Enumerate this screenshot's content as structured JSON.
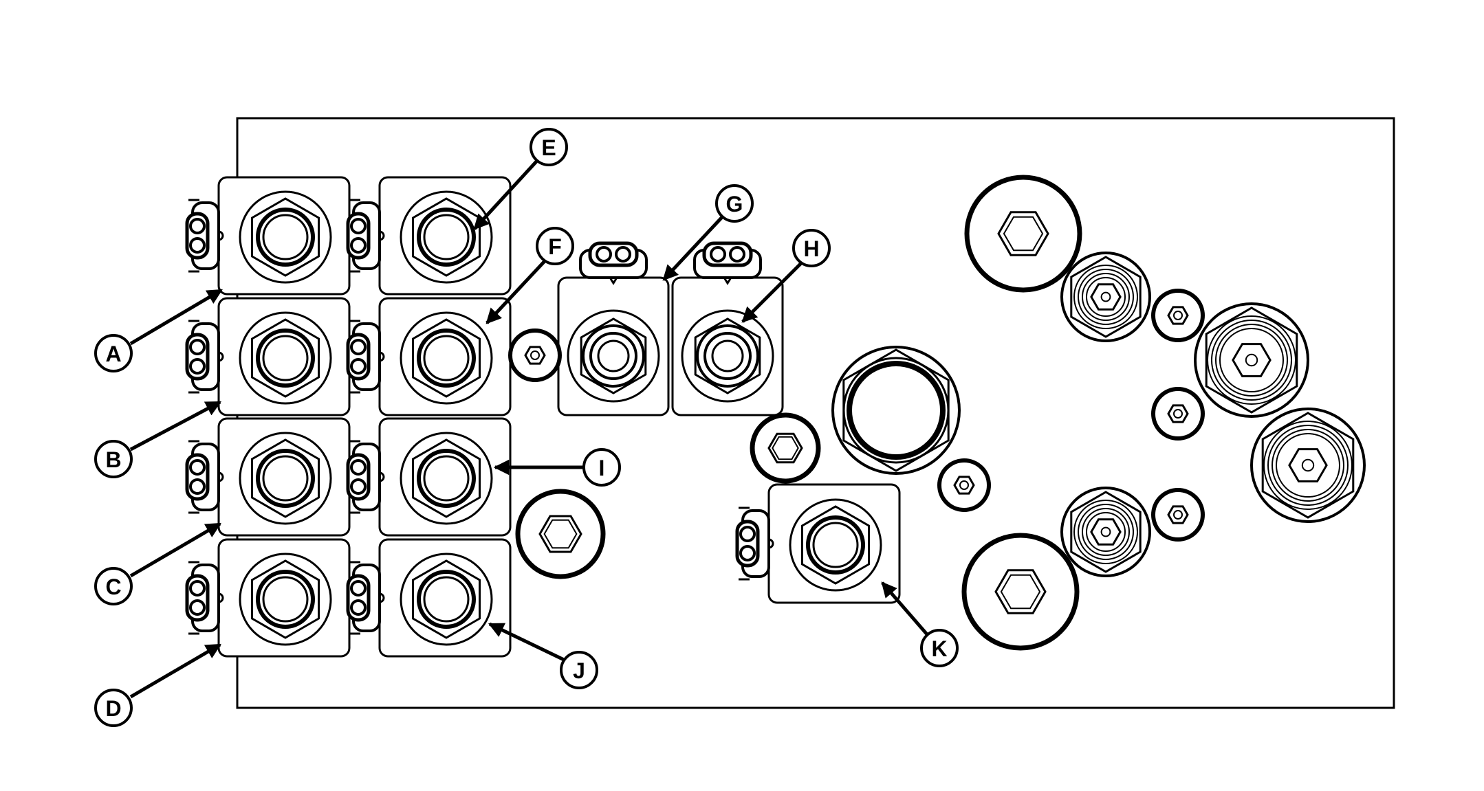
{
  "diagram": {
    "callouts": [
      {
        "id": "A",
        "label": "A"
      },
      {
        "id": "B",
        "label": "B"
      },
      {
        "id": "C",
        "label": "C"
      },
      {
        "id": "D",
        "label": "D"
      },
      {
        "id": "E",
        "label": "E"
      },
      {
        "id": "F",
        "label": "F"
      },
      {
        "id": "G",
        "label": "G"
      },
      {
        "id": "H",
        "label": "H"
      },
      {
        "id": "I",
        "label": "I"
      },
      {
        "id": "J",
        "label": "J"
      },
      {
        "id": "K",
        "label": "K"
      }
    ],
    "colors": {
      "ink": "#000000",
      "paper": "#ffffff"
    }
  }
}
